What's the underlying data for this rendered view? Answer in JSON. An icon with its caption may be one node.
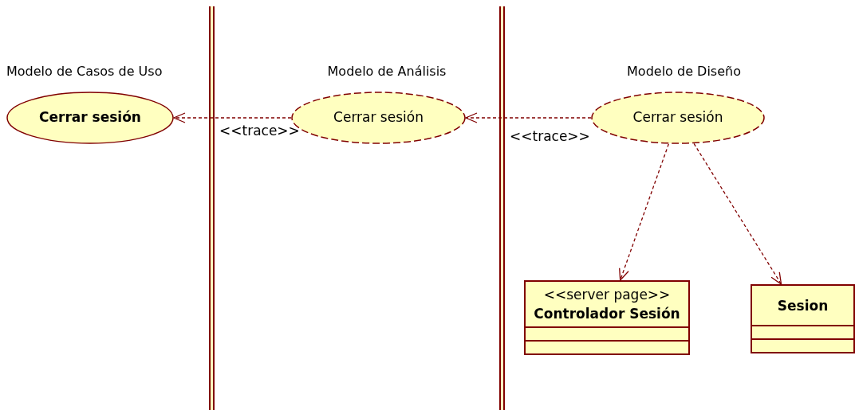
{
  "diagram": {
    "nodes": [
      {
        "text": [
          "Cerrar sesión"
        ]
      },
      {
        "text": [
          "Cerrar sesión"
        ]
      },
      {
        "text": [
          "Cerrar sesión"
        ]
      },
      {
        "text": [
          "<<server page>>",
          "Controlador Sesión"
        ]
      },
      {
        "text": [
          "Sesion"
        ]
      }
    ],
    "edges": [
      {
        "from": 1,
        "to": 0,
        "arrow": "to",
        "label": "<<trace>>",
        "style": "dashed"
      },
      {
        "from": 2,
        "to": 1,
        "arrow": "to",
        "label": "<<trace>>",
        "style": "dashed"
      },
      {
        "from": 2,
        "to": 3,
        "arrow": "to",
        "style": "dashed"
      },
      {
        "from": 2,
        "to": 4,
        "arrow": "to",
        "style": "dashed"
      }
    ],
    "labels": [
      "Modelo de Casos de Uso",
      "Modelo de Análisis",
      "Modelo de Diseño"
    ]
  }
}
